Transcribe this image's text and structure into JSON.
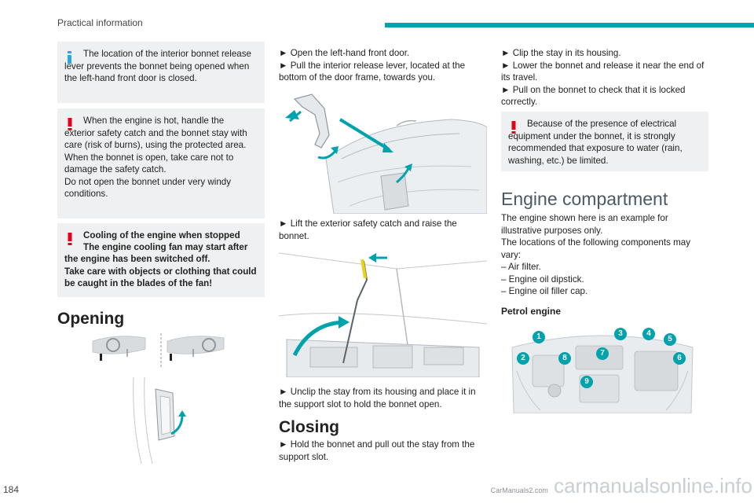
{
  "header": {
    "section": "Practical information"
  },
  "page_number": "184",
  "watermark": {
    "main": "carmanualsonline.info",
    "small": "CarManuals2.com"
  },
  "notes": {
    "info_lever": "The location of the interior bonnet release lever prevents the bonnet being opened when the left-hand front door is closed.",
    "warn_hot_1": "When the engine is hot, handle the exterior safety catch and the bonnet stay with care (risk of burns), using the protected area.",
    "warn_hot_2": "When the bonnet is open, take care not to damage the safety catch.",
    "warn_hot_3": "Do not open the bonnet under very windy conditions.",
    "warn_fan_title": "Cooling of the engine when stopped",
    "warn_fan_1": "The engine cooling fan may start after the engine has been switched off.",
    "warn_fan_2": "Take care with objects or clothing that could be caught in the blades of the fan!",
    "warn_water": "Because of the presence of electrical equipment under the bonnet, it is strongly recommended that exposure to water (rain, washing, etc.) be limited."
  },
  "opening": {
    "heading": "Opening",
    "step1": "► Open the left-hand front door.",
    "step2": "► Pull the interior release lever, located at the bottom of the door frame, towards you.",
    "step3": "► Lift the exterior safety catch and raise the bonnet.",
    "step4": "► Unclip the stay from its housing and place it in the support slot to hold the bonnet open."
  },
  "closing": {
    "heading": "Closing",
    "step1": "► Hold the bonnet and pull out the stay from the support slot.",
    "step2": "► Clip the stay in its housing.",
    "step3": "► Lower the bonnet and release it near the end of its travel.",
    "step4": "► Pull on the bonnet to check that it is locked correctly."
  },
  "engine": {
    "heading": "Engine compartment",
    "p1": "The engine shown here is an example for illustrative purposes only.",
    "p2": "The locations of the following components may vary:",
    "items": [
      "– Air filter.",
      "– Engine oil dipstick.",
      "– Engine oil filler cap."
    ],
    "petrol": "Petrol engine",
    "markers": [
      "1",
      "2",
      "3",
      "4",
      "5",
      "6",
      "7",
      "8",
      "9"
    ]
  },
  "colors": {
    "accent": "#00a3ad",
    "warning": "#e2001a",
    "info": "#2aa9e0",
    "box_bg": "#eef0f1"
  }
}
